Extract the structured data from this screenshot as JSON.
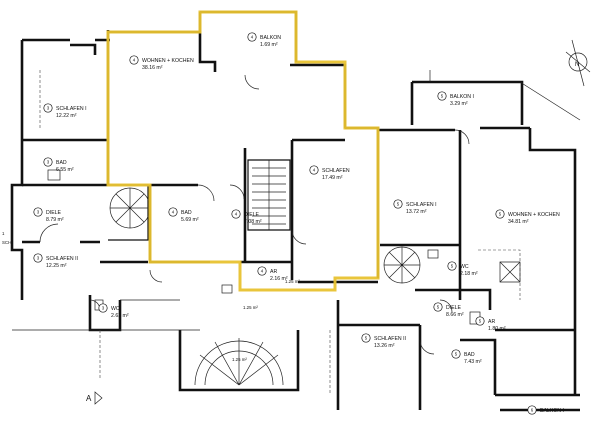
{
  "rooms": [
    {
      "id": "balkon-top",
      "num": "4",
      "name": "BALKON",
      "area": "1.69 m²"
    },
    {
      "id": "wohnen-4",
      "num": "4",
      "name": "WOHNEN + KOCHEN",
      "area": "38.16 m²"
    },
    {
      "id": "schlafen-3a",
      "num": "3",
      "name": "SCHLAFEN I",
      "area": "12.22 m²"
    },
    {
      "id": "bad-3",
      "num": "3",
      "name": "BAD",
      "area": "6.55 m²"
    },
    {
      "id": "diele-3",
      "num": "3",
      "name": "DIELE",
      "area": "8.79 m²"
    },
    {
      "id": "schlafen-3b",
      "num": "3",
      "name": "SCHLAFEN II",
      "area": "12.25 m²"
    },
    {
      "id": "wc-3",
      "num": "3",
      "name": "WC",
      "area": "2.63 m²"
    },
    {
      "id": "bad-4",
      "num": "4",
      "name": "BAD",
      "area": "5.69 m²"
    },
    {
      "id": "diele-4",
      "num": "4",
      "name": "DIELE",
      "area": "7.08 m²"
    },
    {
      "id": "schlafen-4",
      "num": "4",
      "name": "SCHLAFEN",
      "area": "17.49 m²"
    },
    {
      "id": "ar-4",
      "num": "4",
      "name": "AR",
      "area": "2.16 m²"
    },
    {
      "id": "balkon-5",
      "num": "5",
      "name": "BALKON I",
      "area": "3.29 m²"
    },
    {
      "id": "schlafen-5a",
      "num": "5",
      "name": "SCHLAFEN I",
      "area": "13.72 m²"
    },
    {
      "id": "wohnen-5",
      "num": "5",
      "name": "WOHNEN + KOCHEN",
      "area": "34.81 m²"
    },
    {
      "id": "wc-5",
      "num": "5",
      "name": "WC",
      "area": "2.18 m²"
    },
    {
      "id": "diele-5",
      "num": "5",
      "name": "DIELE",
      "area": "8.66 m²"
    },
    {
      "id": "ar-5",
      "num": "5",
      "name": "AR",
      "area": "1.80 m²"
    },
    {
      "id": "schlafen-5b",
      "num": "5",
      "name": "SCHLAFEN II",
      "area": "13.26 m²"
    },
    {
      "id": "bad-5",
      "num": "5",
      "name": "BAD",
      "area": "7.43 m²"
    },
    {
      "id": "balkon-6",
      "num": "6",
      "name": "BALKON I",
      "area": ""
    }
  ],
  "stair_labels": [
    "1.25 m²",
    "1.25 m²",
    "1.25 m²"
  ],
  "misc": {
    "section_mark": "A",
    "north_mark": "N",
    "corner_num": "1",
    "corner_text": "SCH"
  },
  "colors": {
    "highlight": "#e8c230",
    "walls": "#111111"
  }
}
